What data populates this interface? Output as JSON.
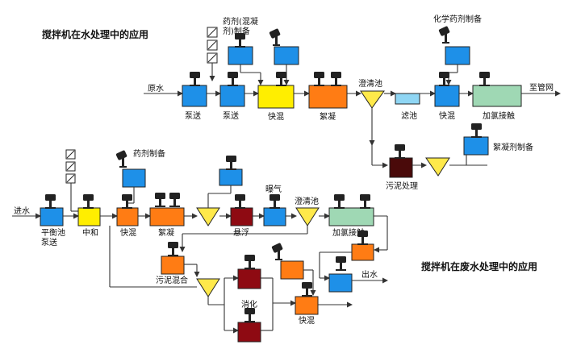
{
  "titles": {
    "water": "搅拌机在水处理中的应用",
    "wastewater": "搅拌机在废水处理中的应用"
  },
  "top": {
    "raw_water": "原水",
    "to_network": "至管网",
    "chemical_coag_line1": "药剂(混凝",
    "chemical_coag_line2": "剂)制备",
    "chemical_prep": "化学药剂制备",
    "clarifier": "澄清池",
    "flocculant_prep": "絮凝剂制备",
    "sludge_treatment": "污泥处理",
    "pump1": "泵送",
    "pump2": "泵送",
    "fast_mix": "快混",
    "coag": "絮凝",
    "filter": "滤池",
    "fast_mix2": "快混",
    "chlorine": "加氯接触"
  },
  "bottom": {
    "inflow": "进水",
    "chem_prep": "药剂制备",
    "equalize_line1": "平衡池",
    "equalize_line2": "泵送",
    "neutralize": "中和",
    "fast_mix": "快混",
    "coag": "絮凝",
    "aeration": "曝气",
    "clarifier": "澄清池",
    "flotation": "悬浮",
    "chlorine": "加氯接触",
    "outflow": "出水",
    "sludge_mix": "污泥混合",
    "digestion": "消化",
    "fast_mix2": "快混"
  },
  "colors": {
    "blue": "#1e90e8",
    "yellow": "#ffee00",
    "orange": "#ff7c14",
    "green": "#9fd8b4",
    "dark_red": "#8e0a12",
    "dark_brown": "#4a0a0a",
    "light_blue": "#8fd6f4",
    "funnel_yellow": "#ffe94a"
  }
}
